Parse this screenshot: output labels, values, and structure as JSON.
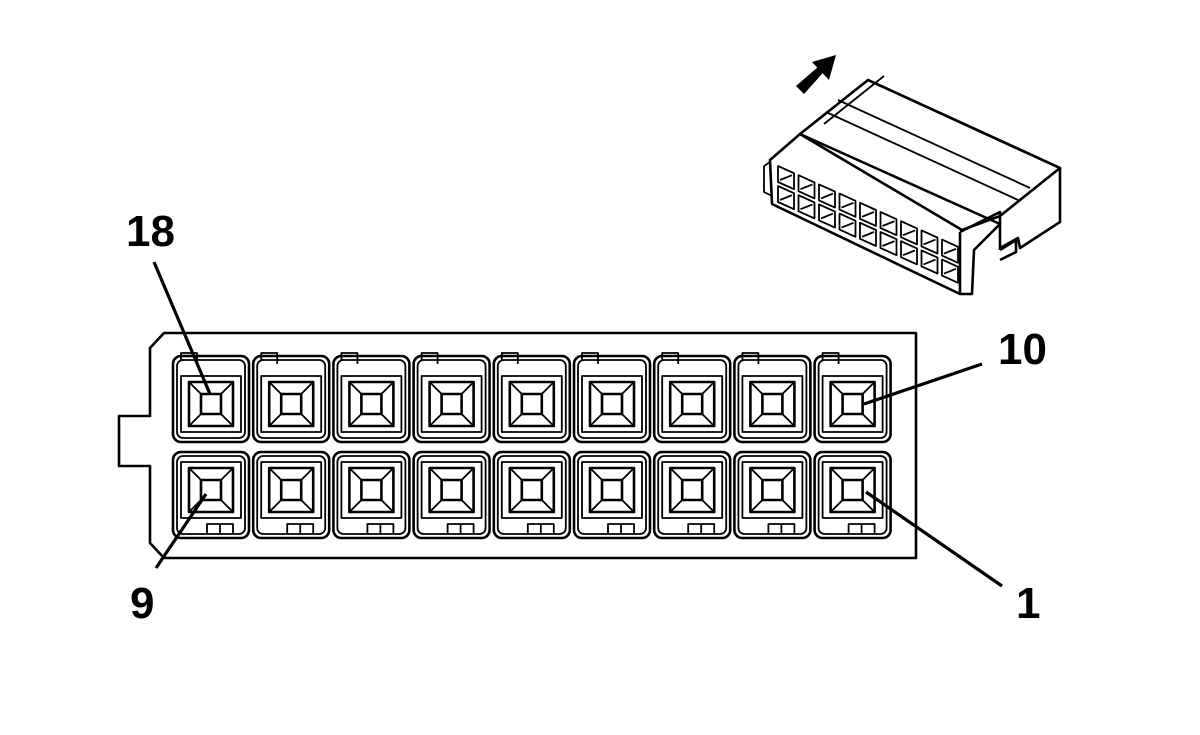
{
  "diagram": {
    "rows": 2,
    "cavities_per_row": 9,
    "labels": {
      "top_left": "18",
      "top_right": "10",
      "bottom_left": "9",
      "bottom_right": "1"
    }
  }
}
